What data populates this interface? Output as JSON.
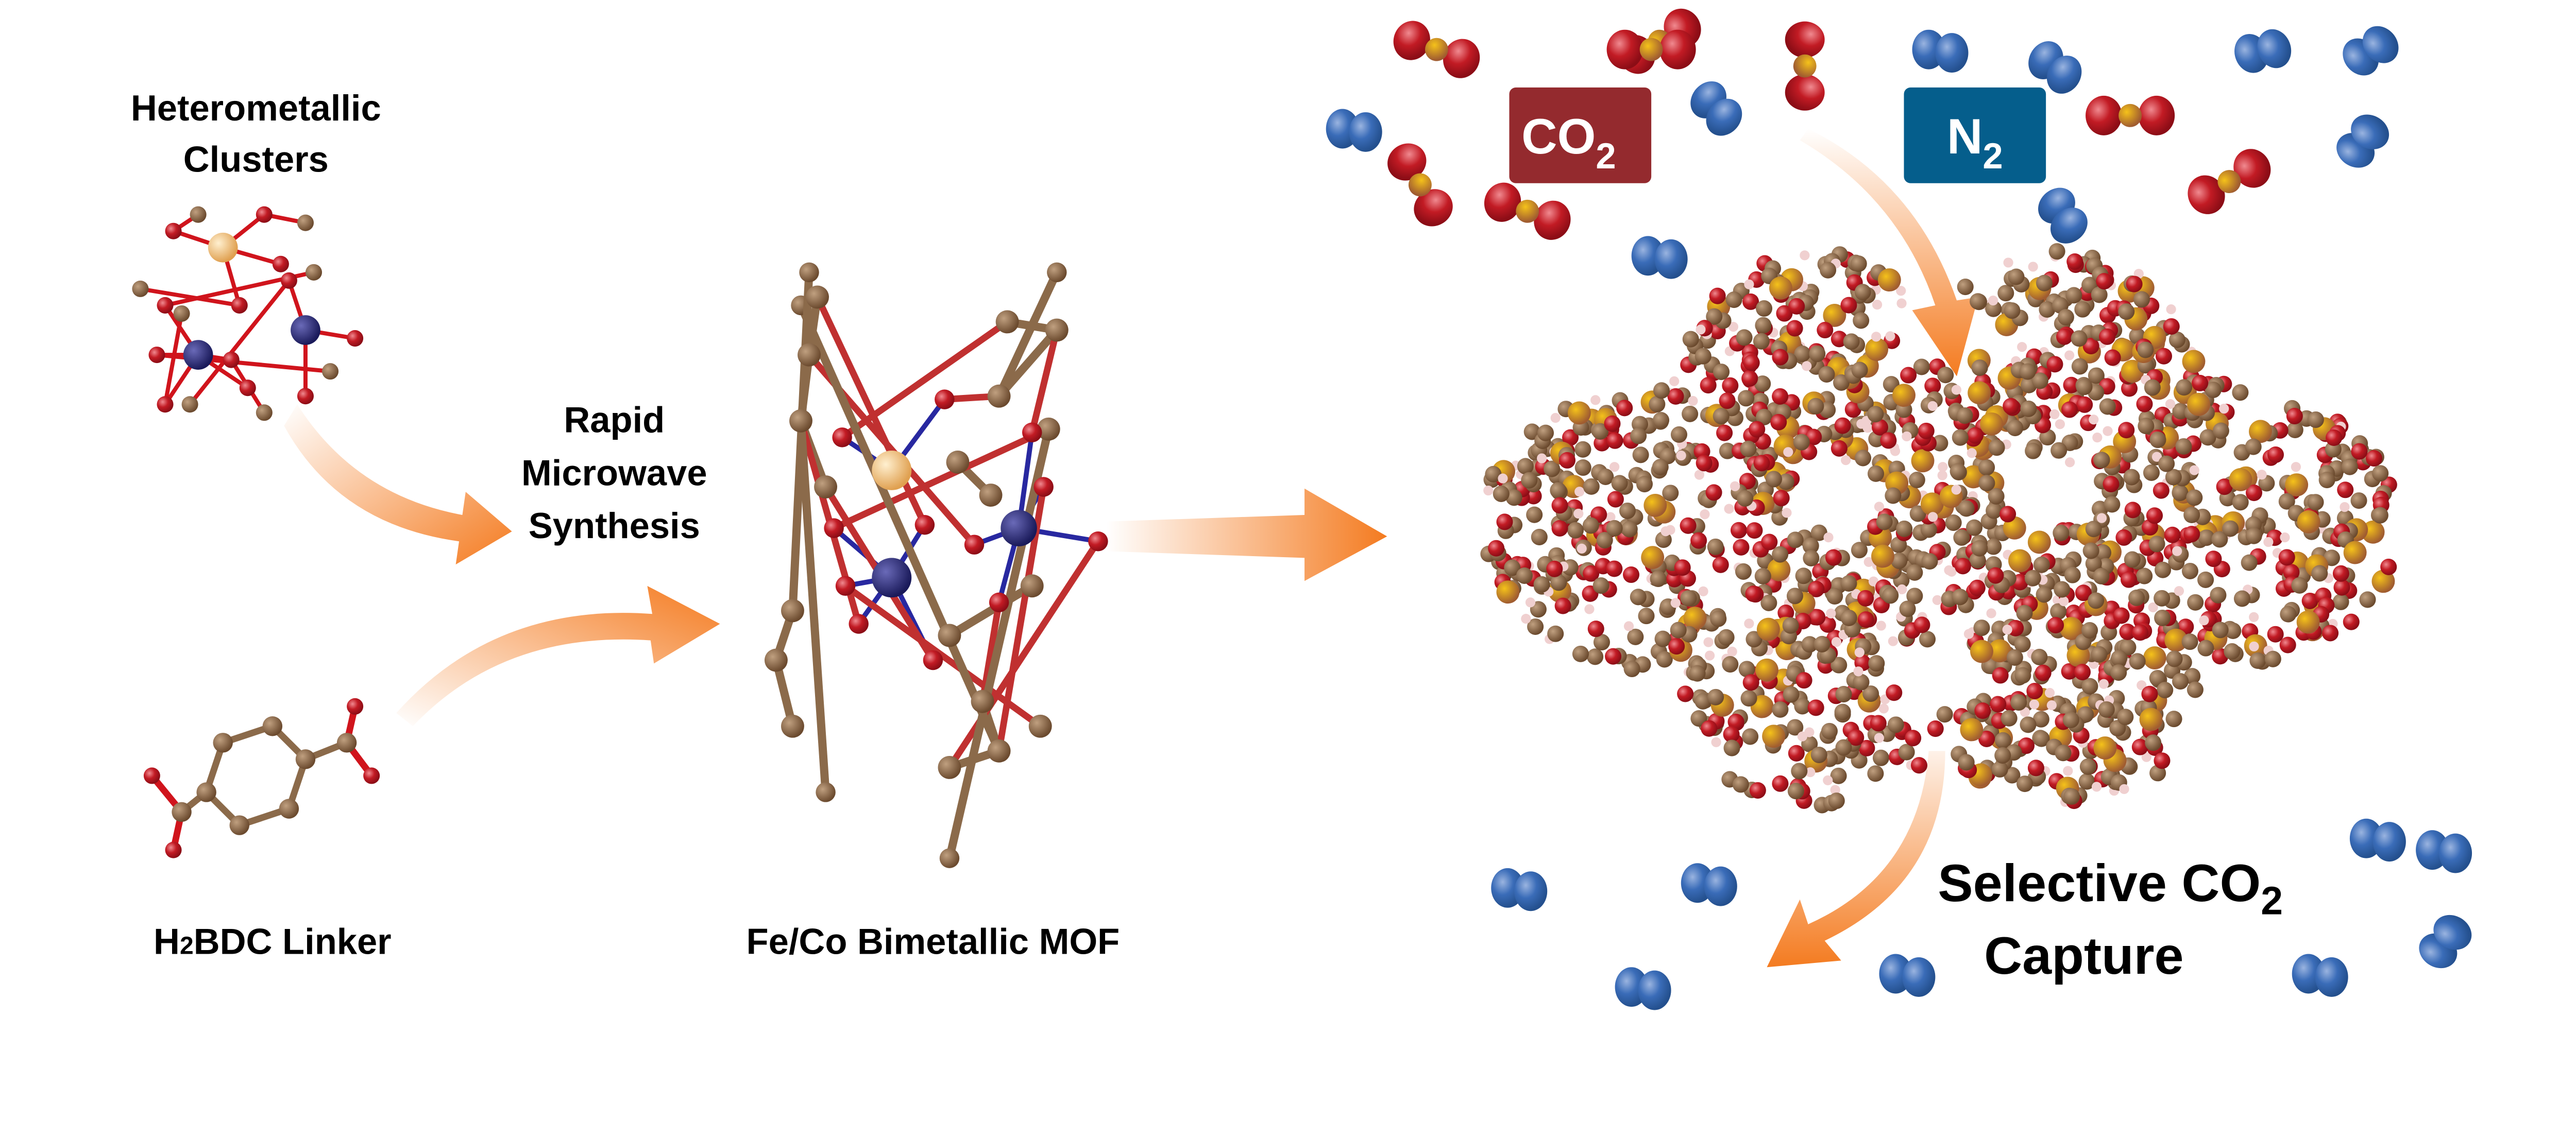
{
  "labels": {
    "clusters_line1": "Heterometallic",
    "clusters_line2": "Clusters",
    "synthesis_line1": "Rapid",
    "synthesis_line2": "Microwave",
    "synthesis_line3": "Synthesis",
    "linker_prefix": "H",
    "linker_sub": "2",
    "linker_suffix": "BDC Linker",
    "mof": "Fe/Co Bimetallic MOF",
    "capture_line1": "Selective CO",
    "capture_sub": "2",
    "capture_line2": "Capture"
  },
  "gas_boxes": {
    "co2_main": "CO",
    "co2_sub": "2",
    "n2_main": "N",
    "n2_sub": "2"
  },
  "colors": {
    "co2_box": "#942a2e",
    "n2_box": "#055e8c",
    "arrow": "#f47b20",
    "oxygen": "#d0141c",
    "carbon": "#8b6a4a",
    "cobalt": "#28287a",
    "iron": "#f0b870",
    "nitrogen": "#3068b8"
  }
}
